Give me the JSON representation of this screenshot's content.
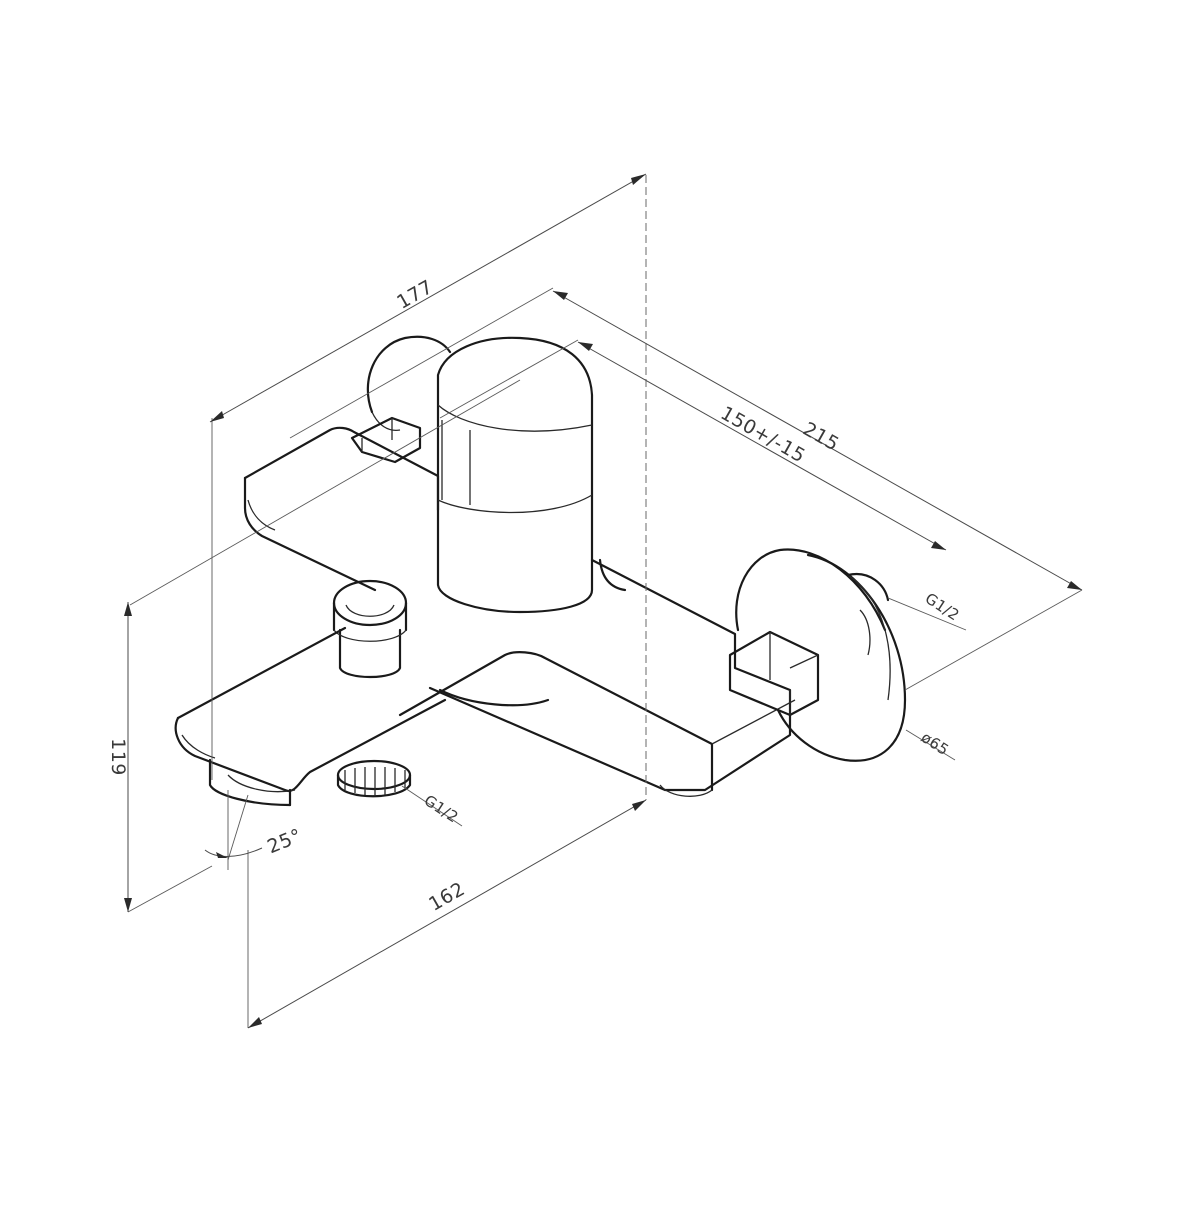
{
  "dimensions": {
    "width_177": "177",
    "length_215": "215",
    "centers": "150+/-15",
    "height": "119",
    "reach": "162",
    "angle": "25°"
  },
  "notes": {
    "outlet_thread": "G1/2",
    "inlet_thread": "G1/2",
    "flange_diameter": "ø65"
  }
}
